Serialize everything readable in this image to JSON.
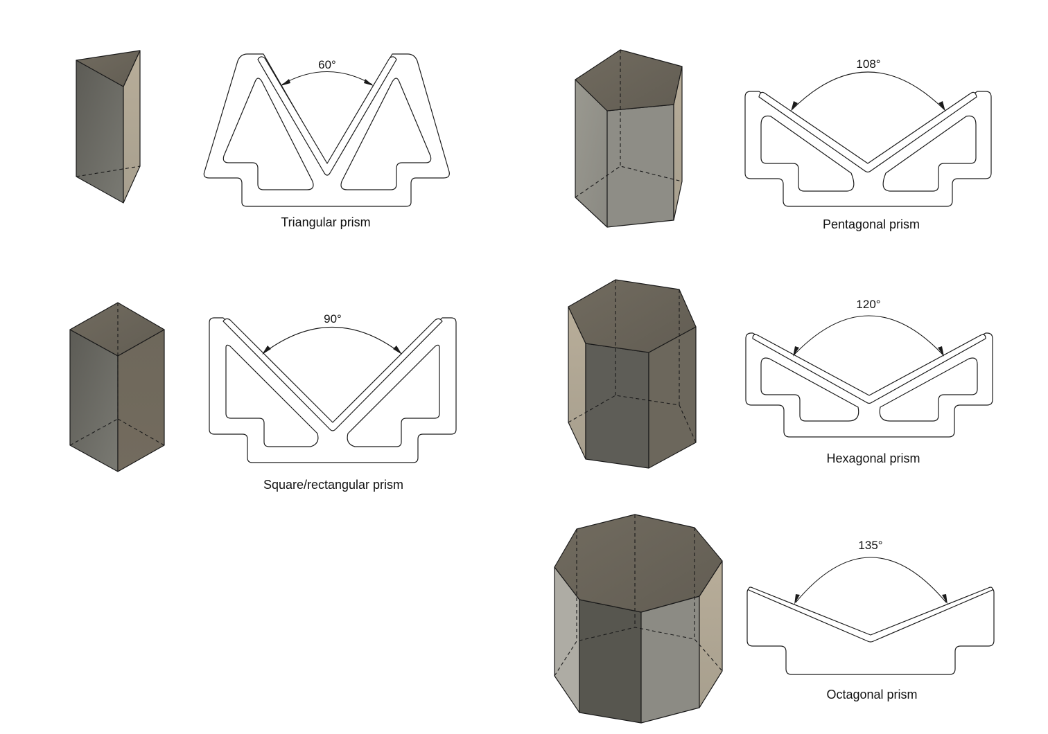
{
  "items": [
    {
      "id": "triangular",
      "label": "Triangular prism",
      "angle": "60°"
    },
    {
      "id": "square",
      "label": "Square/rectangular prism",
      "angle": "90°"
    },
    {
      "id": "pentagonal",
      "label": "Pentagonal prism",
      "angle": "108°"
    },
    {
      "id": "hexagonal",
      "label": "Hexagonal prism",
      "angle": "120°"
    },
    {
      "id": "octagonal",
      "label": "Octagonal prism",
      "angle": "135°"
    }
  ],
  "colors": {
    "top_face": "#6c665a",
    "dark_face": "#5f5e58",
    "mid_face": "#8b8a84",
    "light_face": "#b4aa98",
    "outline": "#1a1a1a"
  }
}
